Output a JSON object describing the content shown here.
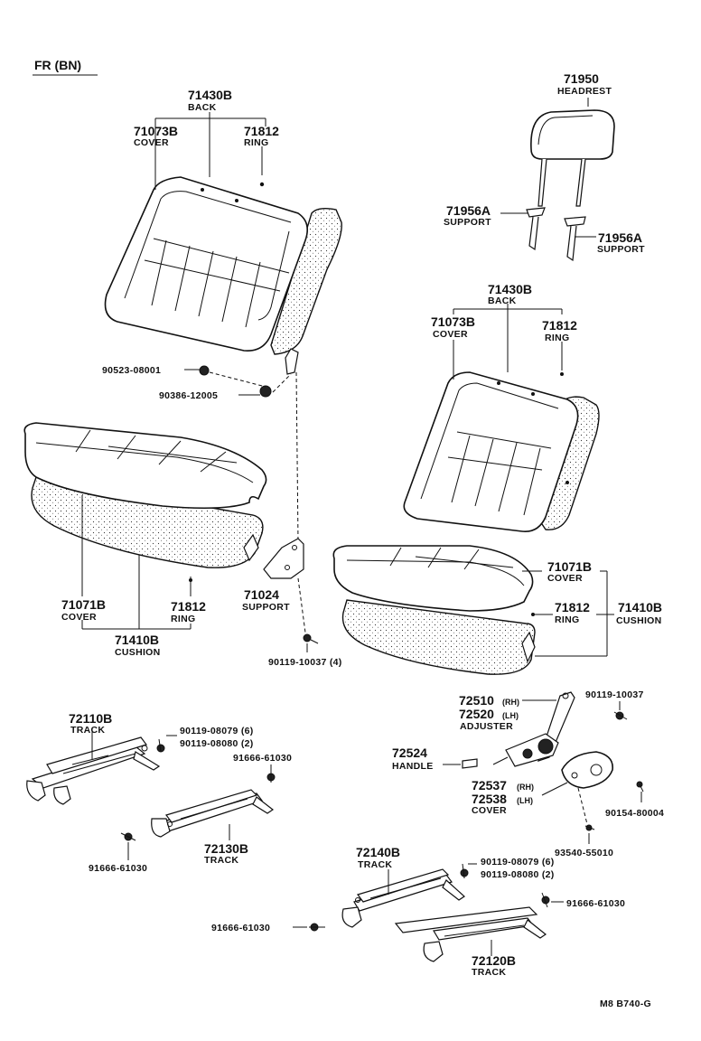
{
  "page_label": "FR (BN)",
  "footer_code": "M8  B740-G",
  "labels": {
    "headrest_num": "71950",
    "headrest_name": "HEADREST",
    "support_left_num": "71956A",
    "support_left_name": "SUPPORT",
    "support_right_num": "71956A",
    "support_right_name": "SUPPORT",
    "back_left_num": "71430B",
    "back_left_name": "BACK",
    "cover_left_num": "71073B",
    "cover_left_name": "COVER",
    "ring_left_num": "71812",
    "ring_left_name": "RING",
    "back_right_num": "71430B",
    "back_right_name": "BACK",
    "cover_right_num": "71073B",
    "cover_right_name": "COVER",
    "ring_right_num": "71812",
    "ring_right_name": "RING",
    "p90523": "90523-08001",
    "p90386": "90386-12005",
    "cushcover_left_num": "71071B",
    "cushcover_left_name": "COVER",
    "ring_cush_left_num": "71812",
    "ring_cush_left_name": "RING",
    "cushion_left_num": "71410B",
    "cushion_left_name": "CUSHION",
    "support71024_num": "71024",
    "support71024_name": "SUPPORT",
    "bolt_4": "90119-10037 (4)",
    "cushcover_right_num": "71071B",
    "cushcover_right_name": "COVER",
    "ring_cush_right_num": "71812",
    "ring_cush_right_name": "RING",
    "cushion_right_num": "71410B",
    "cushion_right_name": "CUSHION",
    "track_72110_num": "72110B",
    "track_72110_name": "TRACK",
    "bolt_08079_l": "90119-08079 (6)",
    "bolt_08080_l": "90119-08080 (2)",
    "p91666_a": "91666-61030",
    "p91666_b": "91666-61030",
    "track_72130_num": "72130B",
    "track_72130_name": "TRACK",
    "adj_72510": "72510",
    "adj_rh": "(RH)",
    "adj_72520": "72520",
    "adj_lh": "(LH)",
    "adj_name": "ADJUSTER",
    "bolt_10037": "90119-10037",
    "handle_num": "72524",
    "handle_name": "HANDLE",
    "cov_72537": "72537",
    "cov_rh": "(RH)",
    "cov_72538": "72538",
    "cov_lh": "(LH)",
    "cov_name": "COVER",
    "p90154": "90154-80004",
    "p93540": "93540-55010",
    "track_72140_num": "72140B",
    "track_72140_name": "TRACK",
    "bolt_08079_r": "90119-08079 (6)",
    "bolt_08080_r": "90119-08080 (2)",
    "p91666_c": "91666-61030",
    "p91666_d": "91666-61030",
    "track_72120_num": "72120B",
    "track_72120_name": "TRACK"
  }
}
